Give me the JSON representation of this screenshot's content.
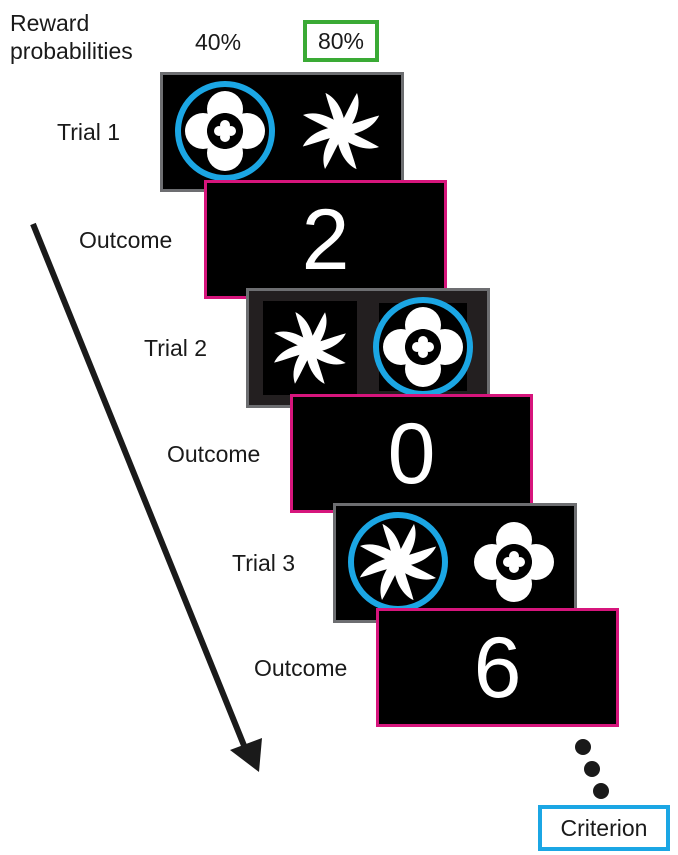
{
  "header": {
    "reward_label": "Reward\nprobabilities",
    "prob_left": "40%",
    "prob_right": "80%"
  },
  "trials": [
    {
      "label": "Trial 1",
      "stimuli": [
        "clover-icon",
        "pinwheel-icon"
      ],
      "chosen": 0
    },
    {
      "label": "Trial 2",
      "stimuli": [
        "pinwheel-icon",
        "clover-icon"
      ],
      "chosen": 1
    },
    {
      "label": "Trial 3",
      "stimuli": [
        "pinwheel-icon",
        "clover-icon"
      ],
      "chosen": 0
    }
  ],
  "outcomes": [
    {
      "label": "Outcome",
      "value": "2"
    },
    {
      "label": "Outcome",
      "value": "0"
    },
    {
      "label": "Outcome",
      "value": "6"
    }
  ],
  "criterion": "Criterion",
  "colors": {
    "choice_ring": "#1ba6e4",
    "outcome_border": "#d6157c",
    "trial_border": "#6d6e71",
    "high_prob_box": "#3aaa35",
    "criterion_box": "#1ba6e4"
  }
}
